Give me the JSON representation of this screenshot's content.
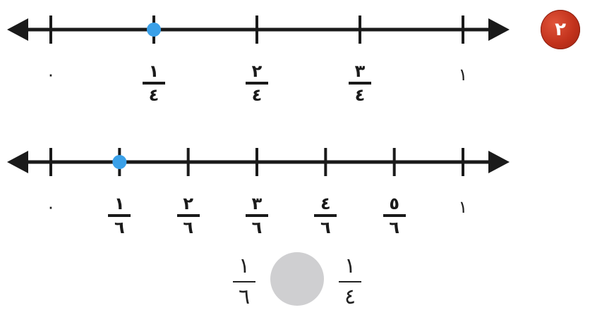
{
  "badge": {
    "label": "٢",
    "color": "#c2321c"
  },
  "number_lines": [
    {
      "id": "fourths",
      "ticks": [
        "٠",
        "١/٤",
        "٢/٤",
        "٣/٤",
        "١"
      ],
      "labels": [
        {
          "type": "int",
          "text": "٠"
        },
        {
          "type": "frac",
          "num": "١",
          "den": "٤"
        },
        {
          "type": "frac",
          "num": "٢",
          "den": "٤"
        },
        {
          "type": "frac",
          "num": "٣",
          "den": "٤"
        },
        {
          "type": "int",
          "text": "١"
        }
      ],
      "marked_point": {
        "value": 0.25,
        "color": "#3aa0e8"
      }
    },
    {
      "id": "sixths",
      "ticks": [
        "٠",
        "١/٦",
        "٢/٦",
        "٣/٦",
        "٤/٦",
        "٥/٦",
        "١"
      ],
      "labels": [
        {
          "type": "int",
          "text": "٠"
        },
        {
          "type": "frac",
          "num": "١",
          "den": "٦"
        },
        {
          "type": "frac",
          "num": "٢",
          "den": "٦"
        },
        {
          "type": "frac",
          "num": "٣",
          "den": "٦"
        },
        {
          "type": "frac",
          "num": "٤",
          "den": "٦"
        },
        {
          "type": "frac",
          "num": "٥",
          "den": "٦"
        },
        {
          "type": "int",
          "text": "١"
        }
      ],
      "marked_point": {
        "value": 0.1667,
        "color": "#3aa0e8"
      }
    }
  ],
  "comparison": {
    "left": {
      "num": "١",
      "den": "٦"
    },
    "right": {
      "num": "١",
      "den": "٤"
    },
    "answer_circle_color": "#cfcfd1"
  },
  "colors": {
    "line": "#1a1a1a",
    "point": "#3aa0e8"
  }
}
